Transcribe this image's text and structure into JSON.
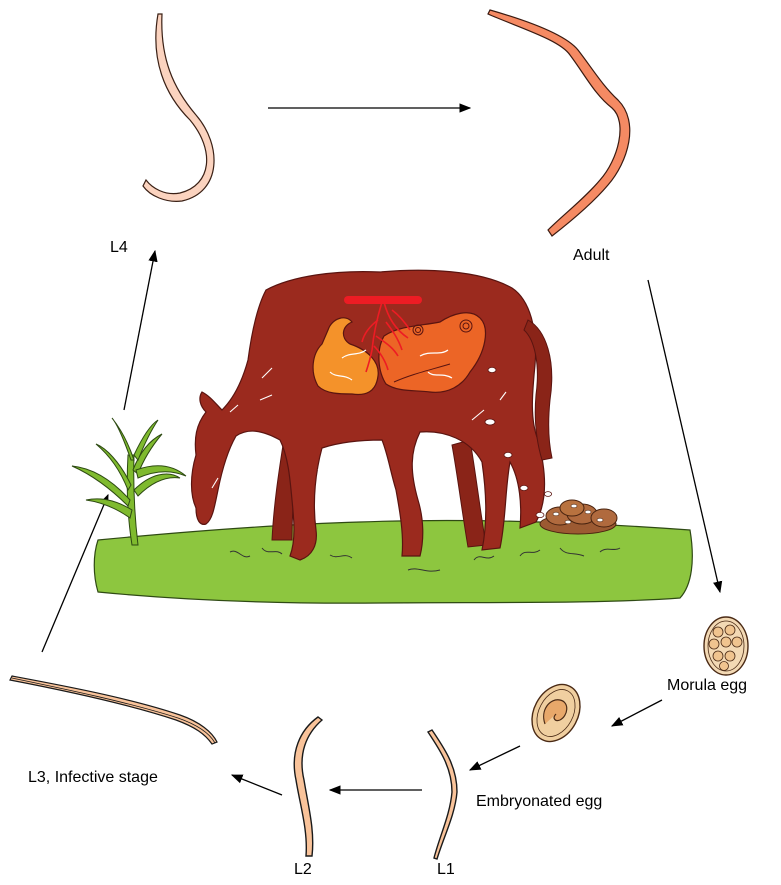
{
  "stages": {
    "adult": "Adult",
    "l4": "L4",
    "morula_egg": "Morula egg",
    "embryonated_egg": "Embryonated egg",
    "l1": "L1",
    "l2": "L2",
    "l3": "L3, Infective stage"
  },
  "icons": {
    "host": "horse-icon",
    "forage": "grass-plant-icon",
    "feces": "manure-pile-icon"
  },
  "colors": {
    "horse": "#9b2a1e",
    "horse_outline": "#5a1410",
    "pasture": "#8dc63f",
    "grass_plant": "#7fba2e",
    "cecum": "#f4922a",
    "colon": "#ec6526",
    "mesenteric_artery": "#ed1c24",
    "adult_worm": "#f58a63",
    "l4_worm": "#fbd3bf",
    "larva": "#f9c39a",
    "egg_shell": "#f0cfa0",
    "manure": "#b06a3e",
    "arrow": "#000000"
  }
}
